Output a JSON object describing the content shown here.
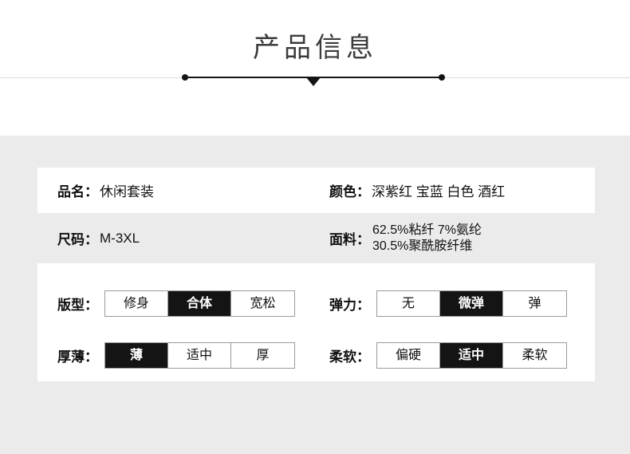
{
  "header": {
    "title": "产品信息",
    "divider_icon": "down-triangle-icon"
  },
  "info": {
    "rows": [
      {
        "left": {
          "label": "品名：",
          "value": "休闲套装"
        },
        "right": {
          "label": "颜色：",
          "value": "深紫红 宝蓝 白色 酒红"
        }
      },
      {
        "left": {
          "label": "尺码：",
          "value": "M-3XL"
        },
        "right": {
          "label": "面料：",
          "value": "62.5%粘纤 7%氨纶\n30.5%聚酰胺纤维"
        }
      }
    ]
  },
  "attributes": {
    "rows": [
      {
        "left": {
          "label": "版型：",
          "options": [
            {
              "label": "修身",
              "selected": false
            },
            {
              "label": "合体",
              "selected": true
            },
            {
              "label": "宽松",
              "selected": false
            }
          ]
        },
        "right": {
          "label": "弹力：",
          "options": [
            {
              "label": "无",
              "selected": false
            },
            {
              "label": "微弹",
              "selected": true
            },
            {
              "label": "弹",
              "selected": false
            }
          ]
        }
      },
      {
        "left": {
          "label": "厚薄：",
          "options": [
            {
              "label": "薄",
              "selected": true
            },
            {
              "label": "适中",
              "selected": false
            },
            {
              "label": "厚",
              "selected": false
            }
          ]
        },
        "right": {
          "label": "柔软：",
          "options": [
            {
              "label": "偏硬",
              "selected": false
            },
            {
              "label": "适中",
              "selected": true
            },
            {
              "label": "柔软",
              "selected": false
            }
          ]
        }
      }
    ]
  },
  "colors": {
    "page_background": "#ebebeb",
    "panel_background": "#ffffff",
    "text": "#111111",
    "title_text": "#3c3c3c",
    "selected_background": "#141414",
    "selected_text": "#ffffff",
    "box_border": "#9a9a9a",
    "hairline": "#dcdcdc"
  }
}
